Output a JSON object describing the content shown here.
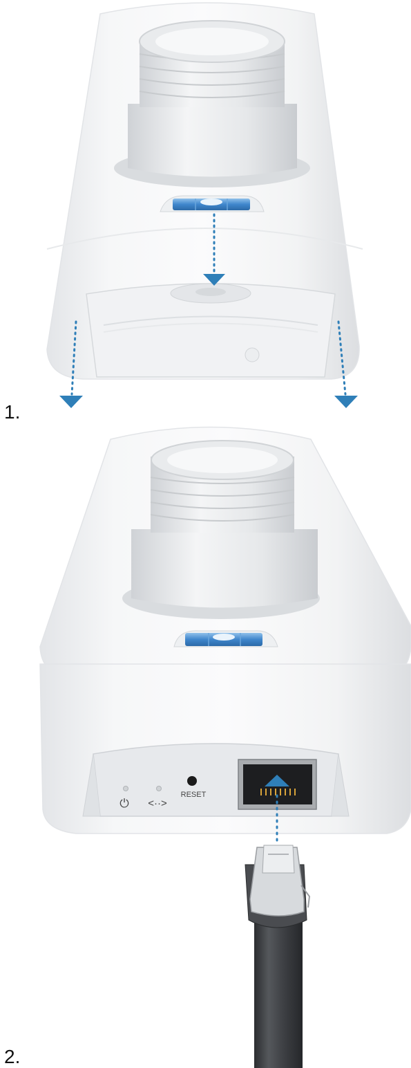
{
  "steps": [
    {
      "number": "1."
    },
    {
      "number": "2."
    }
  ],
  "device": {
    "reset_label": "RESET",
    "power_glyph": "⏻",
    "link_glyph": "<··>"
  },
  "colors": {
    "arrow": "#2f7fb8",
    "level_blue": "#4a8fd0",
    "body": "#f2f3f5",
    "cable": "#3d3f42"
  }
}
